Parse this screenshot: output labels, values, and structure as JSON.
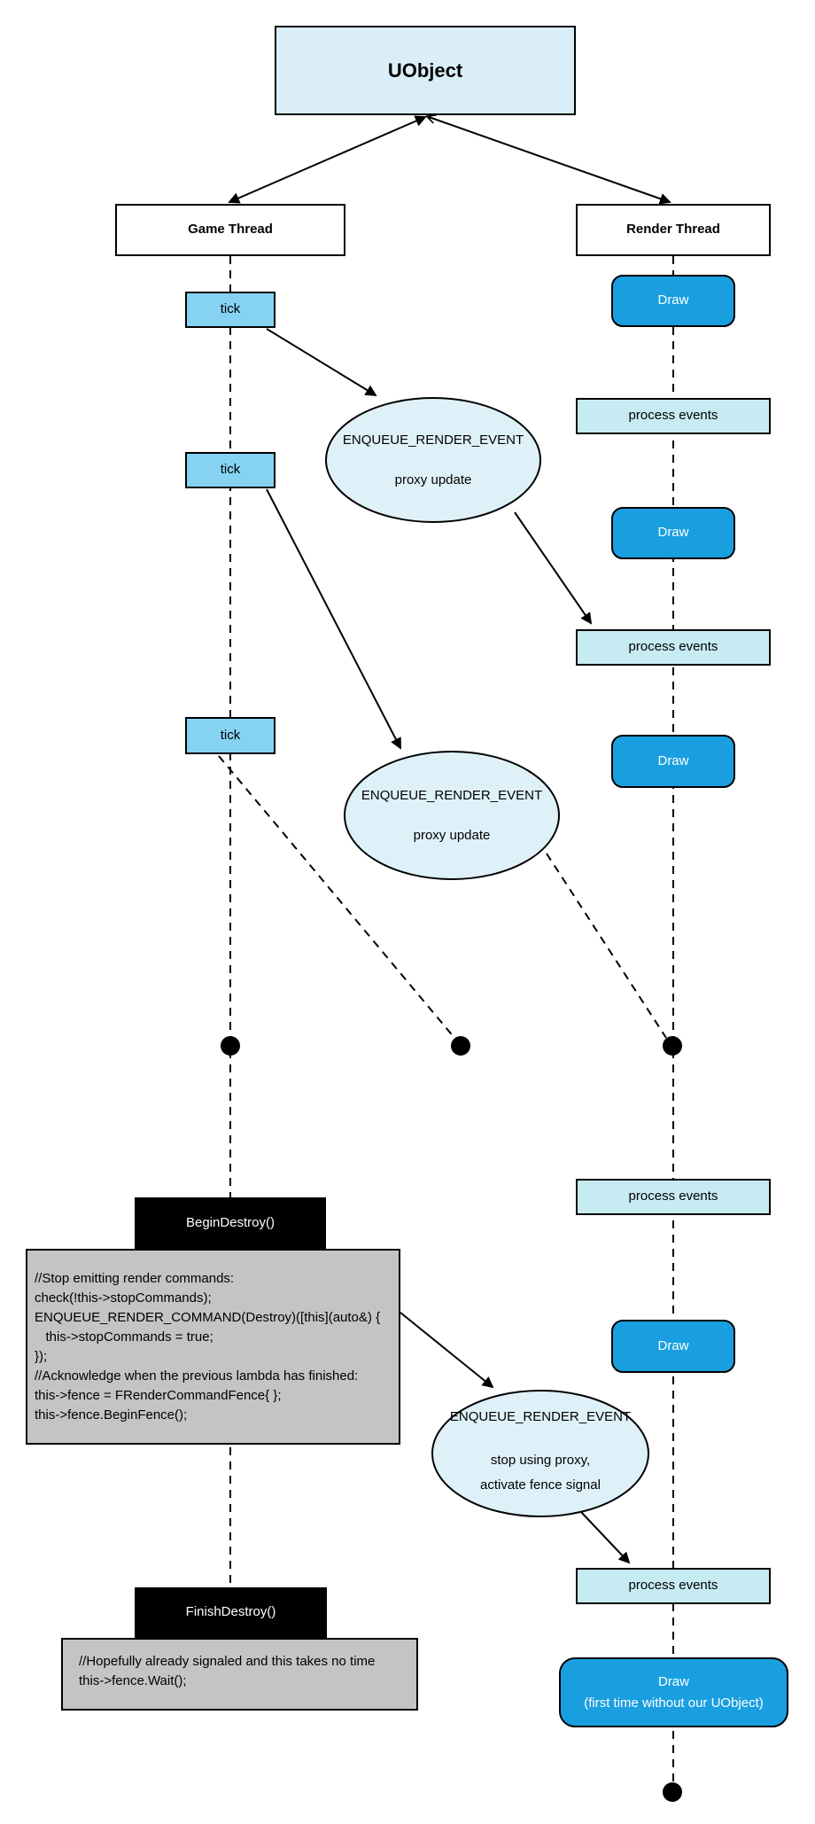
{
  "diagram": {
    "uobject": "UObject",
    "game_thread": "Game Thread",
    "render_thread": "Render Thread",
    "tick": "tick",
    "draw": "Draw",
    "process_events": "process events",
    "enqueue_event": "ENQUEUE_RENDER_EVENT",
    "proxy_update": "proxy update",
    "stop_proxy_line1": "stop using proxy,",
    "stop_proxy_line2": "activate fence signal",
    "begin_destroy": "BeginDestroy()",
    "finish_destroy": "FinishDestroy()",
    "final_draw_line1": "Draw",
    "final_draw_line2": "(first time without our UObject)",
    "code_block_1": {
      "lines": [
        "//Stop emitting render commands:",
        "check(!this->stopCommands);",
        "ENQUEUE_RENDER_COMMAND(Destroy)([this](auto&) {",
        "   this->stopCommands = true;",
        "});",
        "//Acknowledge when the previous lambda has finished:",
        "this->fence = FRenderCommandFence{ };",
        "this->fence.BeginFence();"
      ]
    },
    "code_block_2": {
      "lines": [
        "//Hopefully already signaled and this takes no time",
        "this->fence.Wait();"
      ]
    },
    "colors": {
      "uobject_fill": "#daeef9",
      "tick_fill": "#85d2f2",
      "draw_fill": "#199fe0",
      "process_events_fill": "#c7ebf3",
      "ellipse_fill": "#dff1f8",
      "code_box_fill": "#c4c4c4",
      "destroy_box_fill": "#000000",
      "line_color": "#000000"
    }
  }
}
